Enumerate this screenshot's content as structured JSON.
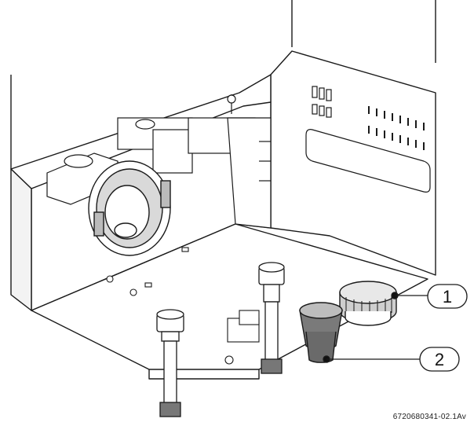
{
  "callouts": [
    {
      "label": "1"
    },
    {
      "label": "2"
    }
  ],
  "drawing_code": "6720680341-02.1Av",
  "colors": {
    "line": "#1a1a1a",
    "fill": "#ffffff",
    "shade": "#d9d9d9",
    "dark": "#555555"
  }
}
